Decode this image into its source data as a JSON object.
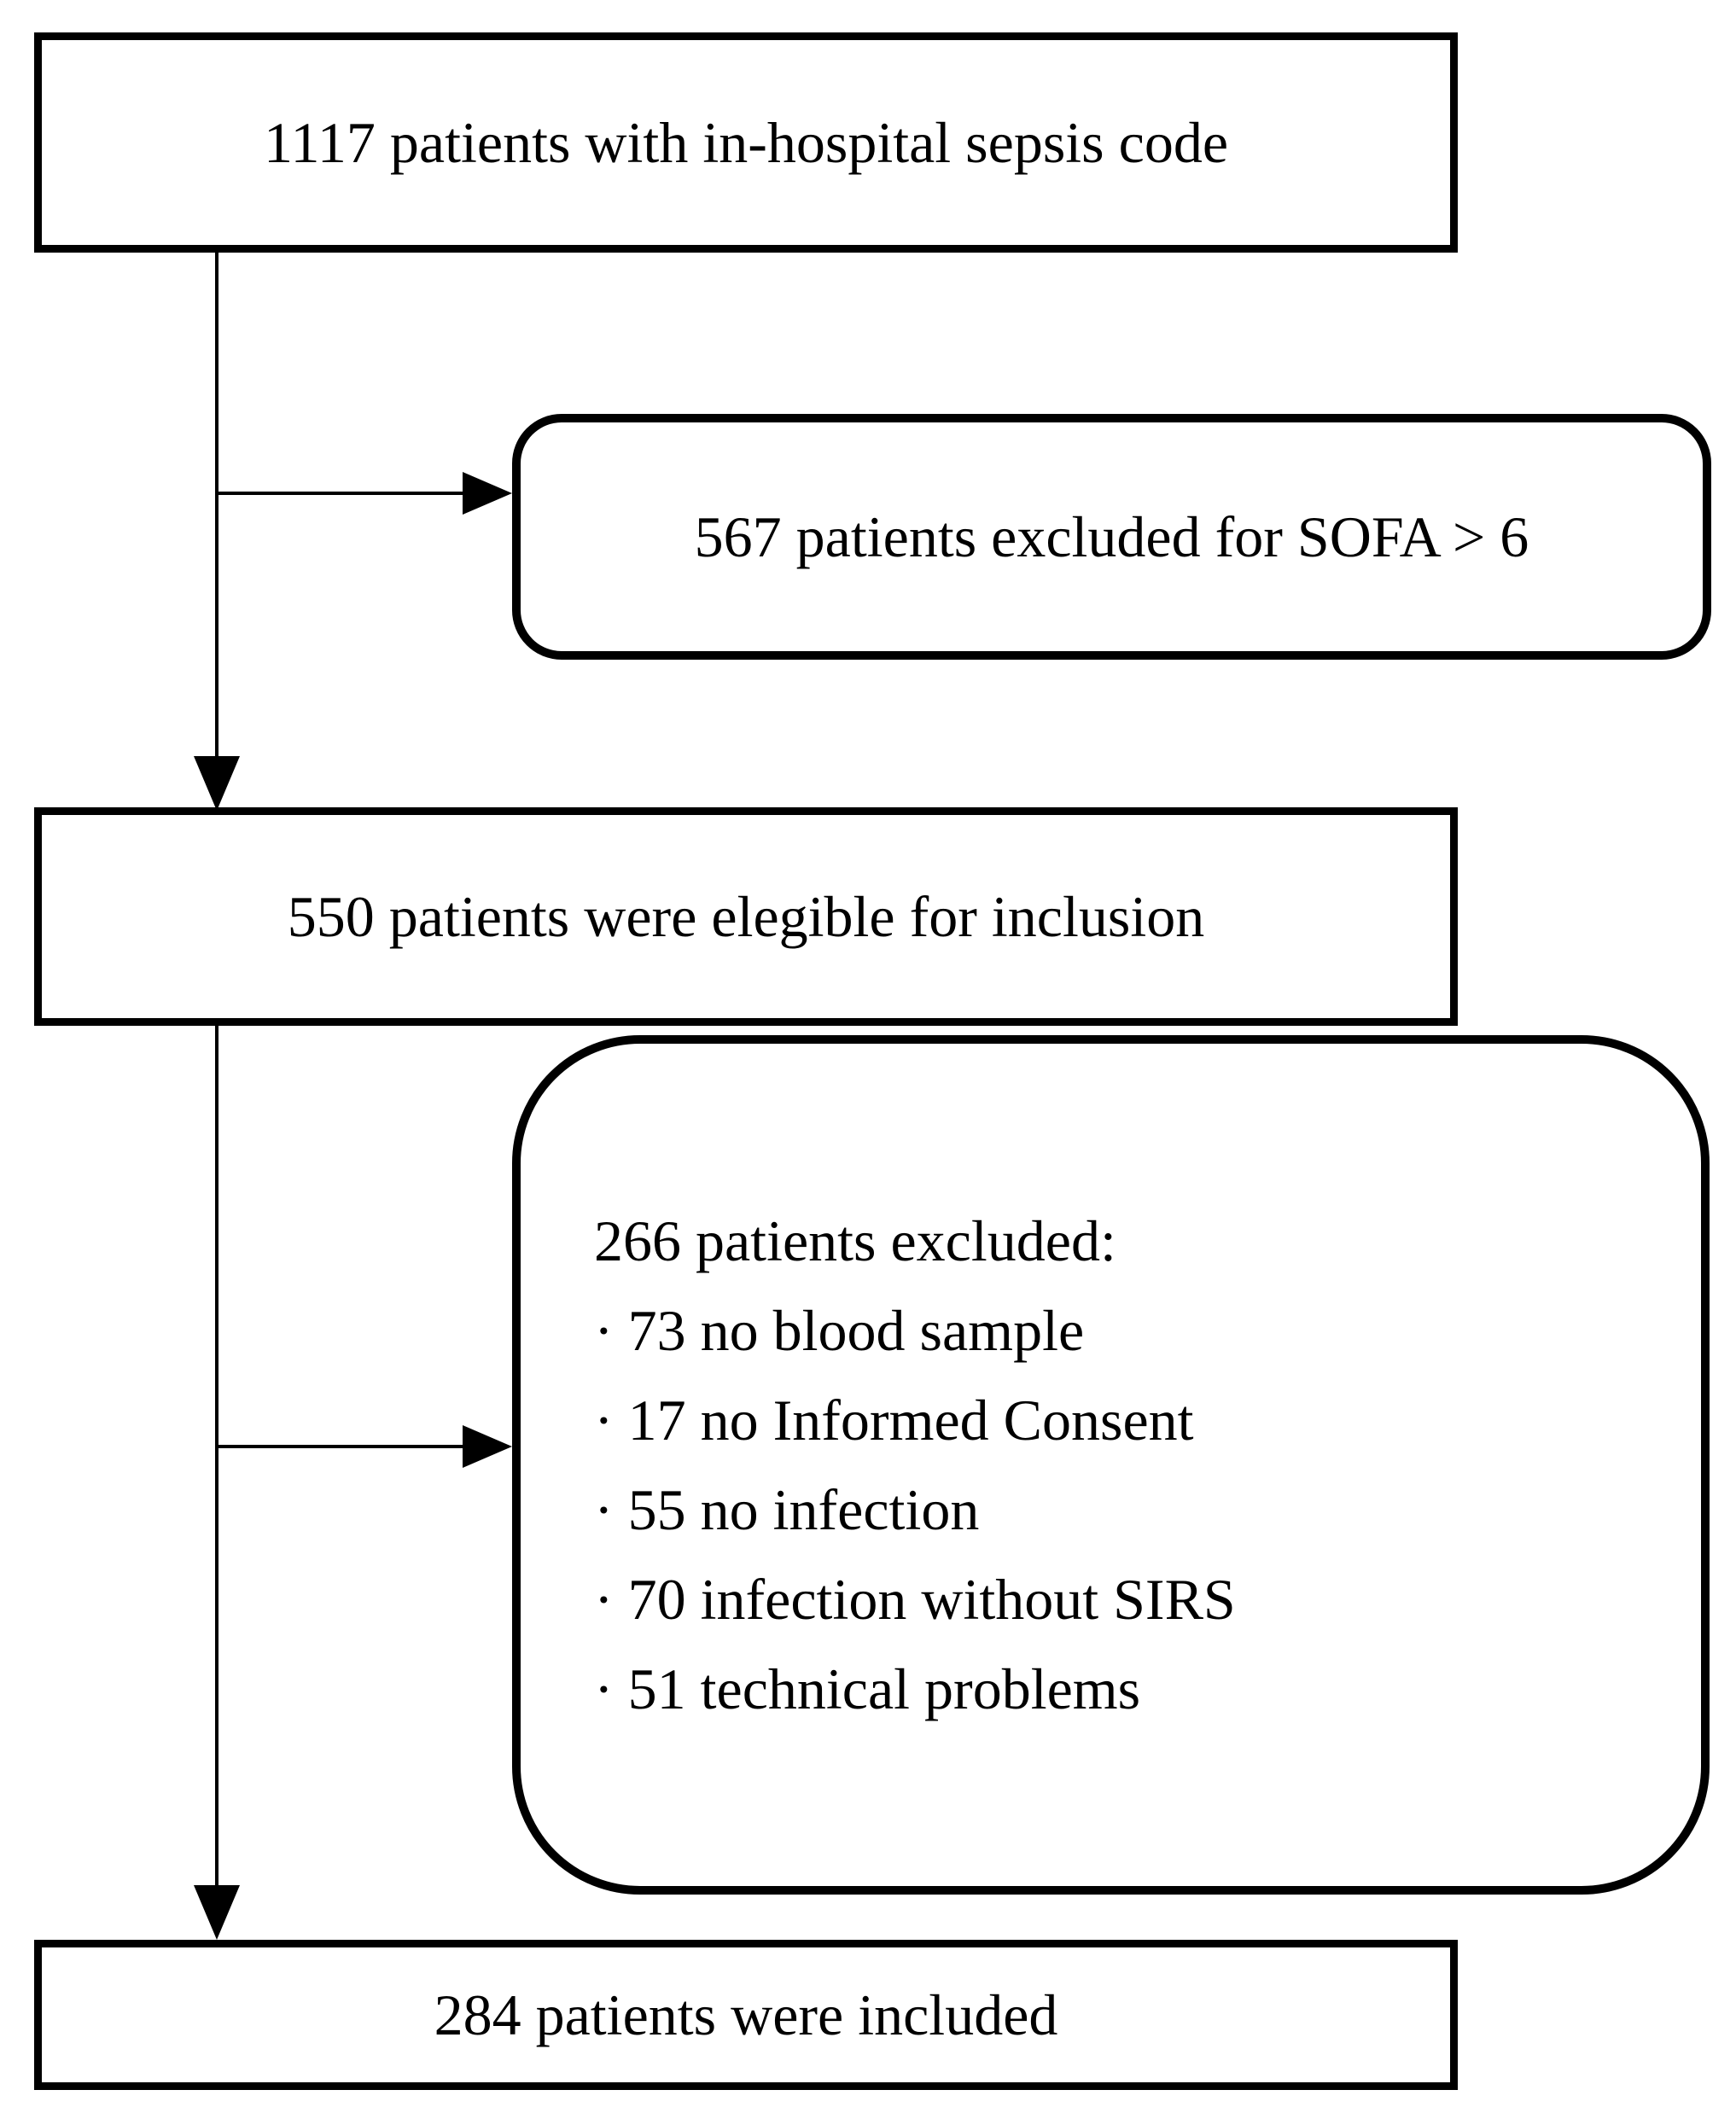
{
  "figure": {
    "type": "patient-flow-diagram",
    "background_color": "#ffffff",
    "stroke_color": "#000000"
  },
  "nodes": [
    {
      "id": "sepsis-code",
      "shape": "rectangle",
      "label": "1117 patients with in-hospital sepsis code"
    },
    {
      "id": "excluded-sofa",
      "shape": "rounded-rectangle",
      "label": "567 patients excluded for SOFA > 6"
    },
    {
      "id": "elegible",
      "shape": "rectangle",
      "label": "550 patients were elegible for inclusion"
    },
    {
      "id": "excluded-detail",
      "shape": "rounded-rectangle",
      "title": "266 patients excluded:",
      "items": [
        "· 73 no blood sample",
        "· 17 no Informed Consent",
        "· 55 no infection",
        "· 70 infection without SIRS",
        "· 51 technical problems"
      ]
    },
    {
      "id": "included",
      "shape": "rectangle",
      "label": "284 patients were included"
    }
  ],
  "edges": [
    {
      "from": "sepsis-code",
      "to": "elegible",
      "direction": "down"
    },
    {
      "from": "sepsis-code",
      "to": "excluded-sofa",
      "direction": "right"
    },
    {
      "from": "elegible",
      "to": "included",
      "direction": "down"
    },
    {
      "from": "elegible",
      "to": "excluded-detail",
      "direction": "right"
    }
  ]
}
